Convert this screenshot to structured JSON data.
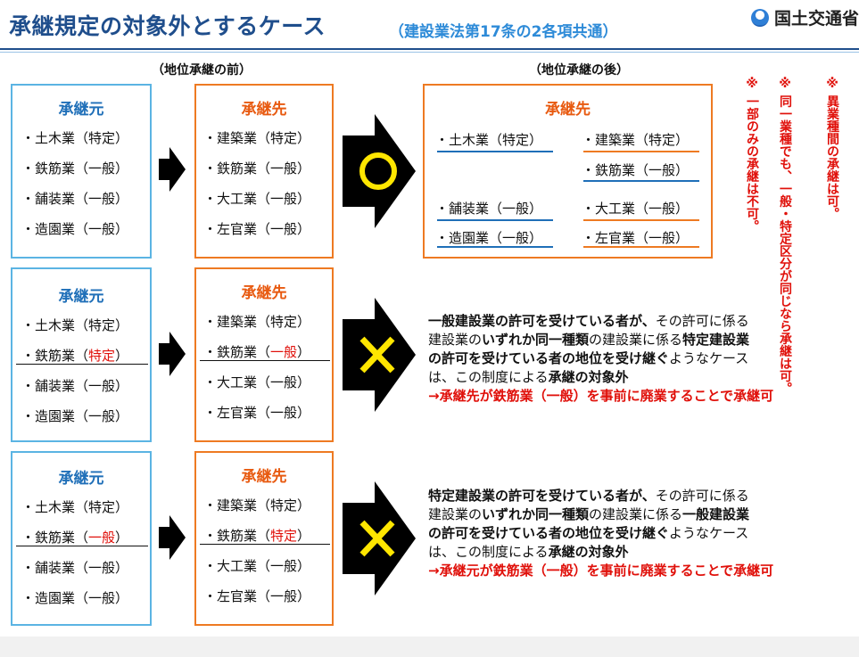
{
  "title": "承継規定の対象外とするケース",
  "subtitle": "（建設業法第17条の2各項共通）",
  "logo_text": "国土交通省",
  "label_before": "（地位承継の前）",
  "label_after": "（地位承継の後）",
  "from_title": "承継元",
  "to_title": "承継先",
  "row1": {
    "from_items": [
      "・土木業（特定）",
      "・鉄筋業（一般）",
      "・舗装業（一般）",
      "・造園業（一般）"
    ],
    "to_items": [
      "・建築業（特定）",
      "・鉄筋業（一般）",
      "・大工業（一般）",
      "・左官業（一般）"
    ],
    "result_title": "承継先",
    "result_left": [
      "・土木業（特定）",
      "・舗装業（一般）",
      "・造園業（一般）"
    ],
    "result_right": [
      "・建築業（特定）",
      "・鉄筋業（一般）",
      "・大工業（一般）",
      "・左官業（一般）"
    ],
    "symbol": "○"
  },
  "notes": [
    "※ 異業種間の承継は可。",
    "※ 同一業種でも、一般・特定区分が同じなら承継は可。",
    "※ 一部のみの承継は不可。"
  ],
  "row2": {
    "from_items": [
      "・土木業（特定）",
      "・鉄筋業（",
      "特定",
      "）",
      "・舗装業（一般）",
      "・造園業（一般）"
    ],
    "to_items": [
      "・建築業（特定）",
      "・鉄筋業（",
      "一般",
      "）",
      "・大工業（一般）",
      "・左官業（一般）"
    ],
    "symbol": "✕",
    "para": {
      "b1": "一般建設業の許可を受けている者が、",
      "t1": "その許可に係る",
      "t2": "建設業の",
      "b2": "いずれか同一種類",
      "t3": "の建設業に係る",
      "b3": "特定建設業",
      "b4": "の許可を受けている者の地位を受け継ぐ",
      "t4": "ようなケース",
      "t5": "は、この制度による",
      "b5": "承継の対象外",
      "red": "→承継先が鉄筋業（一般）を事前に廃業することで承継可"
    }
  },
  "row3": {
    "from_items": [
      "・土木業（特定）",
      "・鉄筋業（",
      "一般",
      "）",
      "・舗装業（一般）",
      "・造園業（一般）"
    ],
    "to_items": [
      "・建築業（特定）",
      "・鉄筋業（",
      "特定",
      "）",
      "・大工業（一般）",
      "・左官業（一般）"
    ],
    "symbol": "✕",
    "para": {
      "b1": "特定建設業の許可を受けている者が、",
      "t1": "その許可に係る",
      "t2": "建設業の",
      "b2": "いずれか同一種類",
      "t3": "の建設業に係る",
      "b3": "一般建設業",
      "b4": "の許可を受けている者の地位を受け継ぐ",
      "t4": "ようなケース",
      "t5": "は、この制度による",
      "b5": "承継の対象外",
      "red": "→承継元が鉄筋業（一般）を事前に廃業することで承継可"
    }
  }
}
